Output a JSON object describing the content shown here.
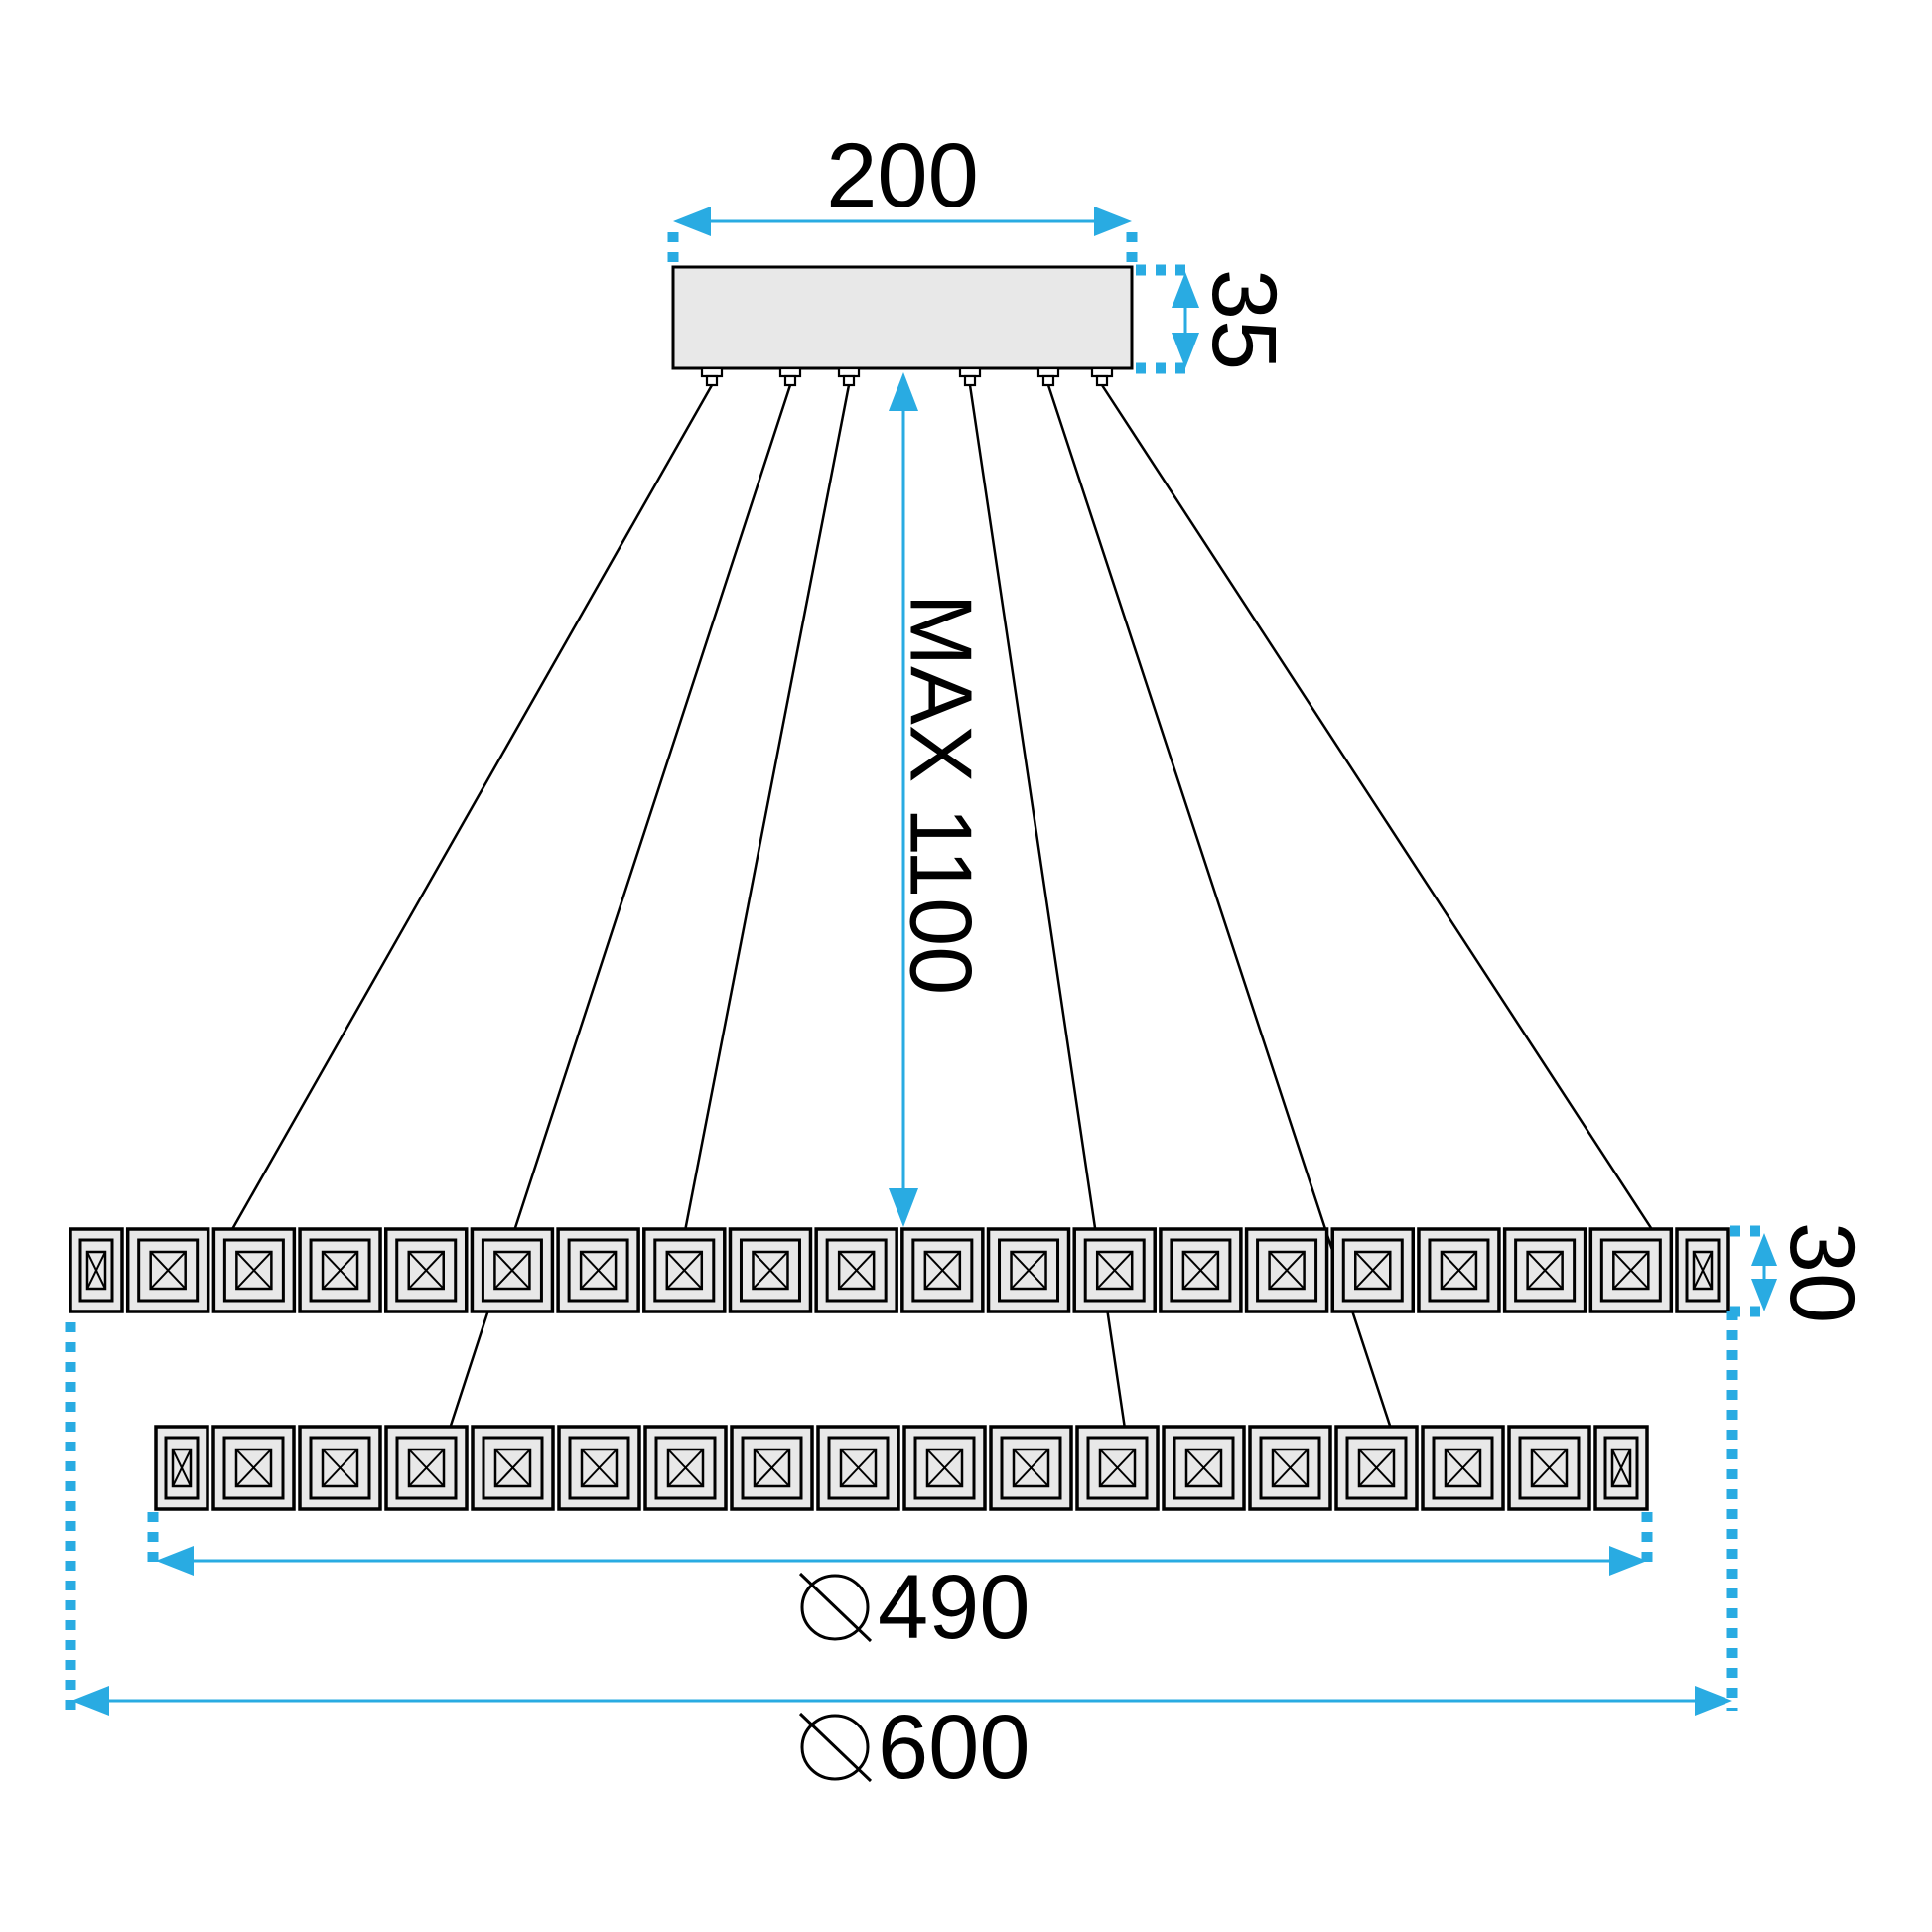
{
  "dimensions": {
    "canopy_width": {
      "label": "200"
    },
    "canopy_height": {
      "label": "35"
    },
    "max_drop": {
      "label": "MAX 1100"
    },
    "ring_band_height": {
      "label": "30"
    },
    "inner_ring_diameter": {
      "label": "490",
      "symbol": "diameter"
    },
    "outer_ring_diameter": {
      "label": "600",
      "symbol": "diameter"
    }
  },
  "colors": {
    "dimension_accent": "#29ABE2",
    "outline": "#000000",
    "panel_fill": "#E8E8E8",
    "background": "#FFFFFF"
  },
  "structure": {
    "hanger_count": 6,
    "cable_count": 6,
    "outer_ring_tile_count": 20,
    "inner_ring_tile_count": 18
  }
}
